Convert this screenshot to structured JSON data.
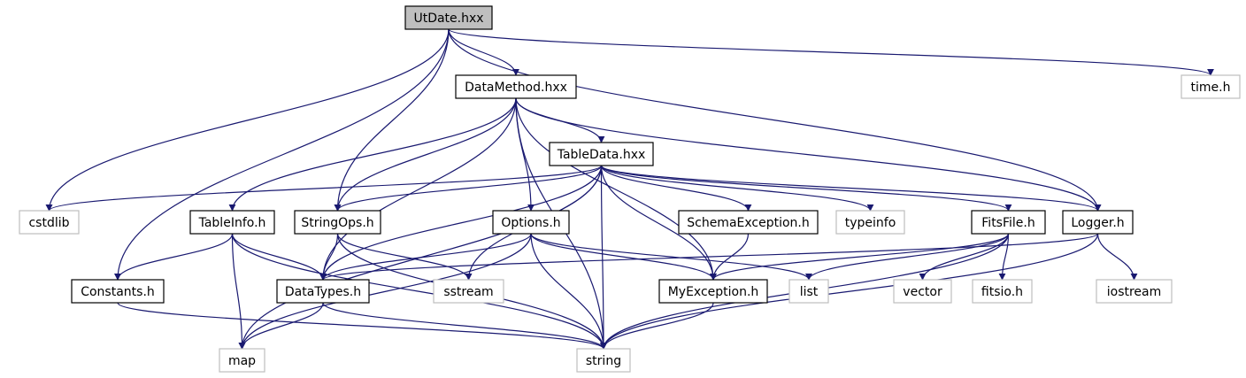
{
  "colors": {
    "edge": "#191970",
    "root_fill": "#bfbfbf",
    "local_border": "#000000",
    "system_border": "#bfbfbf"
  },
  "nodes": [
    {
      "id": "utdate",
      "label": "UtDate.hxx",
      "kind": "root"
    },
    {
      "id": "datamethod",
      "label": "DataMethod.hxx",
      "kind": "local"
    },
    {
      "id": "time",
      "label": "time.h",
      "kind": "system"
    },
    {
      "id": "tabledata",
      "label": "TableData.hxx",
      "kind": "local"
    },
    {
      "id": "cstdlib",
      "label": "cstdlib",
      "kind": "system"
    },
    {
      "id": "tableinfo",
      "label": "TableInfo.h",
      "kind": "local"
    },
    {
      "id": "stringops",
      "label": "StringOps.h",
      "kind": "local"
    },
    {
      "id": "options",
      "label": "Options.h",
      "kind": "local"
    },
    {
      "id": "schemaexc",
      "label": "SchemaException.h",
      "kind": "local"
    },
    {
      "id": "typeinfo",
      "label": "typeinfo",
      "kind": "system"
    },
    {
      "id": "fitsfile",
      "label": "FitsFile.h",
      "kind": "local"
    },
    {
      "id": "logger",
      "label": "Logger.h",
      "kind": "local"
    },
    {
      "id": "constants",
      "label": "Constants.h",
      "kind": "local"
    },
    {
      "id": "datatypes",
      "label": "DataTypes.h",
      "kind": "local"
    },
    {
      "id": "sstream",
      "label": "sstream",
      "kind": "system"
    },
    {
      "id": "myexc",
      "label": "MyException.h",
      "kind": "local"
    },
    {
      "id": "list",
      "label": "list",
      "kind": "system"
    },
    {
      "id": "vector",
      "label": "vector",
      "kind": "system"
    },
    {
      "id": "fitsio",
      "label": "fitsio.h",
      "kind": "system"
    },
    {
      "id": "iostream",
      "label": "iostream",
      "kind": "system"
    },
    {
      "id": "map",
      "label": "map",
      "kind": "system"
    },
    {
      "id": "string",
      "label": "string",
      "kind": "system"
    }
  ],
  "edges": [
    [
      "utdate",
      "datamethod"
    ],
    [
      "utdate",
      "time"
    ],
    [
      "utdate",
      "cstdlib"
    ],
    [
      "utdate",
      "constants"
    ],
    [
      "utdate",
      "stringops"
    ],
    [
      "utdate",
      "logger"
    ],
    [
      "datamethod",
      "tabledata"
    ],
    [
      "datamethod",
      "tableinfo"
    ],
    [
      "datamethod",
      "stringops"
    ],
    [
      "datamethod",
      "options"
    ],
    [
      "datamethod",
      "datatypes"
    ],
    [
      "datamethod",
      "myexc"
    ],
    [
      "datamethod",
      "logger"
    ],
    [
      "datamethod",
      "string"
    ],
    [
      "tabledata",
      "cstdlib"
    ],
    [
      "tabledata",
      "stringops"
    ],
    [
      "tabledata",
      "schemaexc"
    ],
    [
      "tabledata",
      "typeinfo"
    ],
    [
      "tabledata",
      "fitsfile"
    ],
    [
      "tabledata",
      "logger"
    ],
    [
      "tabledata",
      "datatypes"
    ],
    [
      "tabledata",
      "sstream"
    ],
    [
      "tabledata",
      "myexc"
    ],
    [
      "tabledata",
      "string"
    ],
    [
      "tabledata",
      "map"
    ],
    [
      "tableinfo",
      "constants"
    ],
    [
      "tableinfo",
      "datatypes"
    ],
    [
      "tableinfo",
      "map"
    ],
    [
      "tableinfo",
      "string"
    ],
    [
      "stringops",
      "datatypes"
    ],
    [
      "stringops",
      "sstream"
    ],
    [
      "stringops",
      "string"
    ],
    [
      "options",
      "datatypes"
    ],
    [
      "options",
      "myexc"
    ],
    [
      "options",
      "list"
    ],
    [
      "options",
      "string"
    ],
    [
      "options",
      "map"
    ],
    [
      "schemaexc",
      "myexc"
    ],
    [
      "fitsfile",
      "myexc"
    ],
    [
      "fitsfile",
      "list"
    ],
    [
      "fitsfile",
      "vector"
    ],
    [
      "fitsfile",
      "fitsio"
    ],
    [
      "fitsfile",
      "string"
    ],
    [
      "logger",
      "datatypes"
    ],
    [
      "logger",
      "iostream"
    ],
    [
      "logger",
      "string"
    ],
    [
      "constants",
      "string"
    ],
    [
      "datatypes",
      "map"
    ],
    [
      "datatypes",
      "string"
    ],
    [
      "myexc",
      "string"
    ]
  ]
}
